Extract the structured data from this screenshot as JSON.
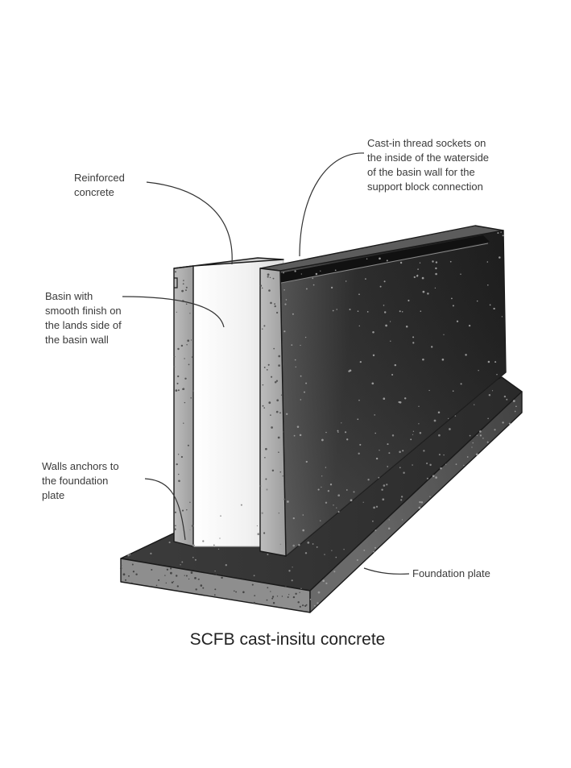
{
  "caption": "SCFB cast-insitu concrete",
  "labels": {
    "reinforced_concrete": [
      "Reinforced",
      "concrete"
    ],
    "thread_sockets": [
      "Cast-in thread sockets on",
      "the inside of the waterside",
      "of the basin wall for the",
      "support block connection"
    ],
    "basin_finish": [
      "Basin with",
      "smooth finish on",
      "the lands side of",
      "the basin wall"
    ],
    "wall_anchors": [
      "Walls anchors to",
      "the foundation",
      "plate"
    ],
    "foundation_plate": [
      "Foundation plate"
    ]
  },
  "colors": {
    "concrete_light": "#b8b8b8",
    "concrete_mid": "#8a8a8a",
    "concrete_dark": "#2a2a2a",
    "basin_white": "#f4f4f4",
    "outline": "#1a1a1a"
  }
}
